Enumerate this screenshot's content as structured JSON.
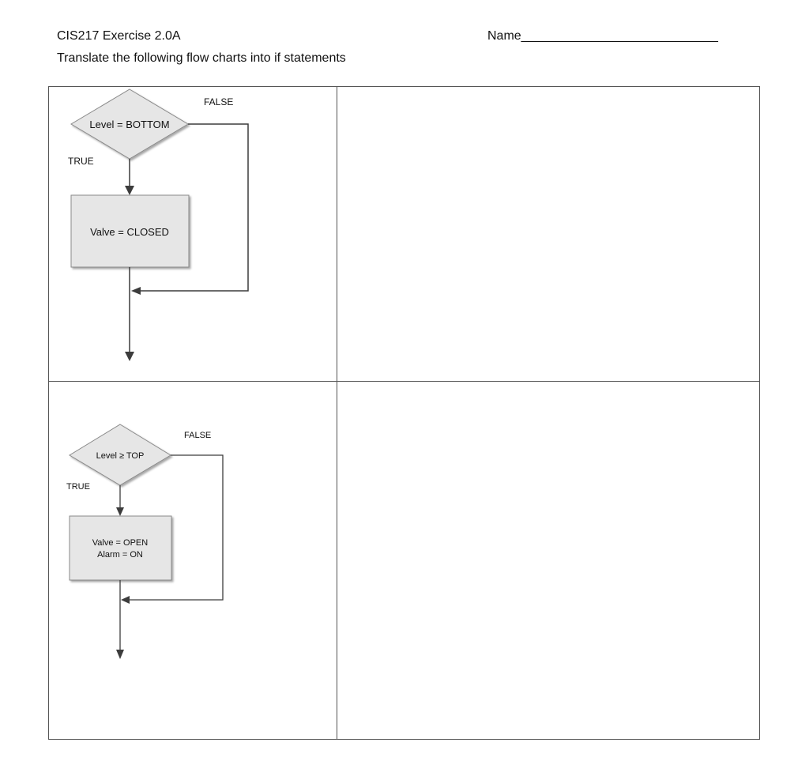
{
  "header": {
    "course": "CIS217 Exercise 2.0A",
    "instruction": "Translate the following flow charts into if statements",
    "name_label": "Name____________________________"
  },
  "flowchart_1": {
    "decision": "Level = BOTTOM",
    "false_label": "FALSE",
    "true_label": "TRUE",
    "process_lines": [
      "Valve = CLOSED"
    ]
  },
  "flowchart_2": {
    "decision": "Level ≥ TOP",
    "false_label": "FALSE",
    "true_label": "TRUE",
    "process_lines": [
      "Valve = OPEN",
      "Alarm = ON"
    ]
  },
  "colors": {
    "shape_fill": "#e6e6e6",
    "line": "#3c3c3c",
    "border": "#555555"
  }
}
